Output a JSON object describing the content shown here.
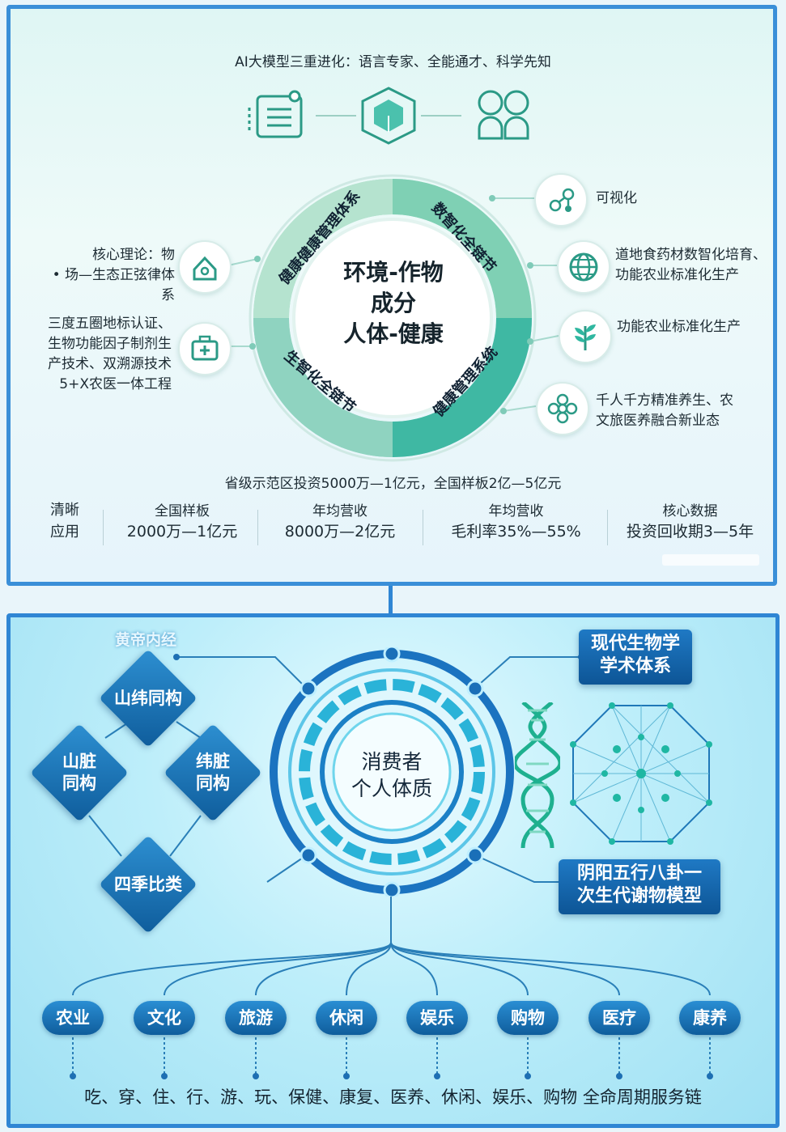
{
  "top": {
    "heading": "AI大模型三重进化：语言专家、全能通才、科学先知",
    "icons": [
      "document-list-icon",
      "cube-chip-icon",
      "people-group-icon"
    ],
    "center": {
      "line1": "环境-作物",
      "line2": "成分",
      "line3": "人体-健康"
    },
    "ring_labels": [
      "健康健康管理体系",
      "数智化全链节",
      "健康管理系统",
      "生智化全链节"
    ],
    "left_items": [
      {
        "text1": "核心理论：物",
        "text2": "场—生态正弦律体系",
        "icon": "house-icon"
      },
      {
        "text1": "三度五圈地标认证、",
        "text2": "生物功能因子制剂生",
        "text3": "产技术、双溯源技术",
        "text4": "5+X农医一体工程",
        "icon": "medical-kit-icon"
      }
    ],
    "right_items": [
      {
        "text1": "可视化",
        "icon": "nodes-icon"
      },
      {
        "text1": "道地食药材数智化培育、",
        "text2": "功能农业标准化生产",
        "icon": "globe-icon"
      },
      {
        "text1": "功能农业标准化生产",
        "icon": "plant-icon"
      },
      {
        "text1": "千人千方精准养生、农",
        "text2": "文旅医养融合新业态",
        "icon": "flower-icon"
      }
    ],
    "investment": "省级示范区投资5000万—1亿元，全国样板2亿—5亿元",
    "stats": {
      "label1": "清晰",
      "label2": "应用",
      "cols": [
        {
          "head": "全国样板",
          "val": "2000万—1亿元"
        },
        {
          "head": "年均营收",
          "val": "8000万—2亿元"
        },
        {
          "head": "年均营收",
          "val": "毛利率35%—55%"
        },
        {
          "head": "核心数据",
          "val": "投资回收期3—5年"
        }
      ]
    }
  },
  "bottom": {
    "huangdi": "黄帝内经",
    "diamonds": {
      "top": "山纬同构",
      "left1": "山脏",
      "left2": "同构",
      "right1": "纬脏",
      "right2": "同构",
      "bottom": "四季比类"
    },
    "center1": "消费者",
    "center2": "个人体质",
    "right_box1": {
      "l1": "现代生物学",
      "l2": "学术体系"
    },
    "right_box2": {
      "l1": "阴阳五行八卦一",
      "l2": "次生代谢物模型"
    },
    "pills": [
      "农业",
      "文化",
      "旅游",
      "休闲",
      "娱乐",
      "购物",
      "医疗",
      "康养"
    ],
    "footer": "吃、穿、住、行、游、玩、保健、康复、医养、休闲、娱乐、购物  全命周期服务链",
    "colors": {
      "primary": "#0f5d9c",
      "accent": "#2a8ed3",
      "green": "#2fb7a0"
    }
  }
}
